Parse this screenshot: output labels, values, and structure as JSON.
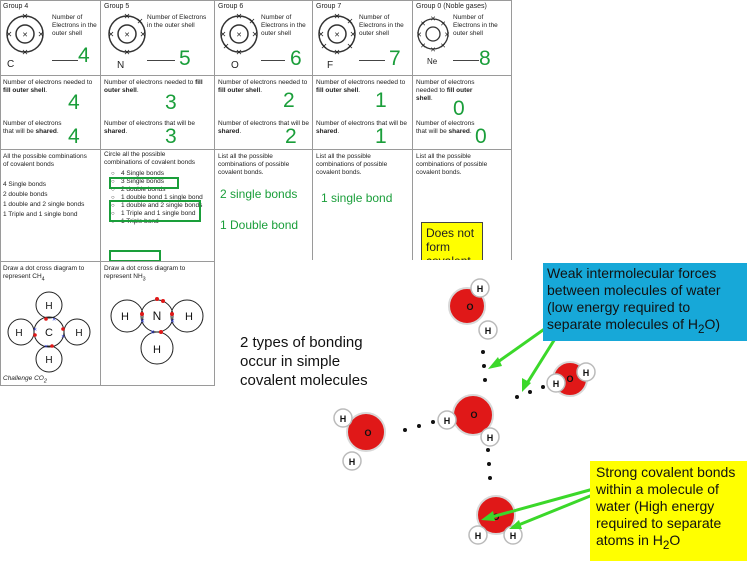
{
  "colors": {
    "green": "#1a9e3a",
    "oxygen": "#e01818",
    "blue_box": "#17a8d8",
    "yellow_box": "#ffff00"
  },
  "table": {
    "row1": [
      {
        "group": "Group 4",
        "label": "Number of Electrons in the outer shell",
        "symbol": "C",
        "value": "4"
      },
      {
        "group": "Group 5",
        "label": "Number of Electrons in the outer shell",
        "symbol": "N",
        "value": "5"
      },
      {
        "group": "Group 6",
        "label": "Number of Electrons in the outer shell",
        "symbol": "O",
        "value": "6"
      },
      {
        "group": "Group 7",
        "label": "Number of Electrons in the outer shell",
        "symbol": "F",
        "value": "7"
      },
      {
        "group": "Group 0 (Noble gases)",
        "label": "Number of Electrons in the outer shell",
        "symbol": "Ne",
        "value": "8"
      }
    ],
    "row2": [
      {
        "needed_text": "Number of electrons needed to ",
        "needed_bold": "fill outer shell",
        "needed_value": "4",
        "shared_text": "Number of electrons that will be ",
        "shared_bold": "shared",
        "shared_value": "4"
      },
      {
        "needed_text": "Number of electrons needed to ",
        "needed_bold": "fill outer shell",
        "needed_value": "3",
        "shared_text": "Number of electrons that will be ",
        "shared_bold": "shared",
        "shared_value": "3"
      },
      {
        "needed_text": "Number of electrons needed to ",
        "needed_bold": "fill outer shell",
        "needed_value": "2",
        "shared_text": "Number of electrons that will be ",
        "shared_bold": "shared",
        "shared_value": "2"
      },
      {
        "needed_text": "Number of electrons needed to ",
        "needed_bold": "fill outer shell",
        "needed_value": "1",
        "shared_text": "Number of electrons that will be ",
        "shared_bold": "shared",
        "shared_value": "1"
      },
      {
        "needed_text": "Number of electrons needed to ",
        "needed_bold": "fill outer shell",
        "needed_value": "0",
        "shared_text": "Number of electrons that will be ",
        "shared_bold": "shared",
        "shared_value": "0"
      }
    ],
    "row3": {
      "c1": {
        "title": "All the possible combinations of covalent bonds",
        "lines": [
          "4 Single bonds",
          "2 double bonds",
          "1 double and 2 single bonds",
          "1 Triple and 1 single bond"
        ]
      },
      "c2": {
        "title": "Circle all the possible combinations of covalent bonds",
        "options": [
          "4 Single bonds",
          "3 Single bonds",
          "2 double bonds",
          "1 double bond 1 single bond",
          "1 double and 2 single bonds",
          "1 Triple and 1 single bond",
          "1 Triple bond"
        ]
      },
      "c3": {
        "title": "List all the possible combinations of possible covalent bonds.",
        "answers": [
          "2 single bonds",
          "1 Double bond"
        ]
      },
      "c4": {
        "title": "List all the possible combinations of possible covalent bonds.",
        "answers": [
          "1 single bond"
        ]
      },
      "c5": {
        "title": "List all the possible combinations of possible covalent bonds.",
        "note": "Does not form covalent bonds"
      }
    },
    "row4": {
      "c1": {
        "title_pre": "Draw a dot cross diagram to represent CH",
        "title_sub": "4",
        "center": "C",
        "outer": "H",
        "challenge_pre": "Challenge CO",
        "challenge_sub": "2"
      },
      "c2": {
        "title_pre": "Draw a dot cross diagram to represent NH",
        "title_sub": "3",
        "center": "N",
        "outer": "H"
      }
    }
  },
  "overlay": {
    "types_text": "2 types of bonding occur in simple covalent molecules",
    "blue_lines": [
      "Weak intermolecular forces",
      "between molecules of water",
      "(low energy required to",
      "separate molecules of H"
    ],
    "blue_sub": "2",
    "blue_tail": "O",
    "yellow_lines": [
      "Strong covalent bonds",
      "within a molecule of",
      "water (High energy",
      "required to separate",
      "atoms in H"
    ],
    "yellow_sub": "2",
    "yellow_tail": "O",
    "atom_h": "H",
    "atom_o": "O"
  }
}
